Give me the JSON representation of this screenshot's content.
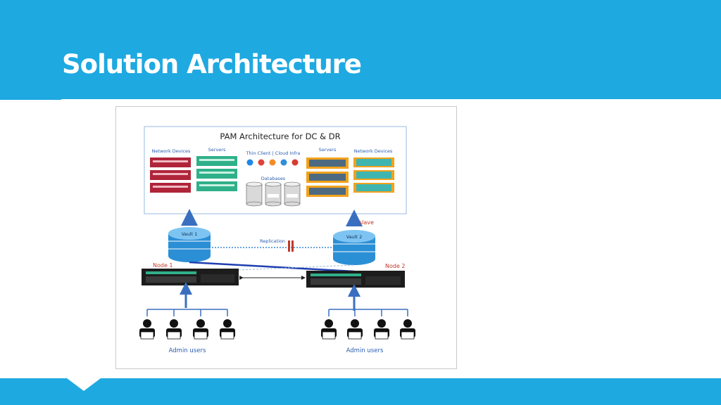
{
  "slide": {
    "title": "Solution Architecture",
    "colors": {
      "header": "#1ea9e1",
      "footer": "#1ea9e1"
    }
  },
  "diagram": {
    "title": "PAM Architecture for DC & DR",
    "labels": {
      "network_devices_left": "Network Devices",
      "servers_left": "Servers",
      "thin_client": "Thin Client | Cloud Infra",
      "databases": "Databases",
      "servers_right": "Servers",
      "network_devices_right": "Network Devices",
      "vault1": "Vault 1",
      "vault2": "Vault 2",
      "slave": "slave",
      "replication": "Replication",
      "node1": "Node 1",
      "node2": "Node 2",
      "admin_users_left": "Admin users",
      "admin_users_right": "Admin users"
    },
    "colors": {
      "rack_red": "#b0243a",
      "rack_green": "#2fb08a",
      "rack_orange": "#f2a21b",
      "rack_slate": "#4d6a80",
      "rack_teal": "#3fb5b0",
      "vault_blue": "#2b8fd6",
      "arrow_blue": "#3a6fc0",
      "label_red": "#c0392b",
      "label_blue": "#2a5db0"
    },
    "icons": [
      "ie-icon",
      "chrome-icon",
      "firefox-icon",
      "edge-icon",
      "opera-icon",
      "database-icon",
      "server-rack-icon",
      "vault-icon",
      "admin-user-icon"
    ]
  }
}
